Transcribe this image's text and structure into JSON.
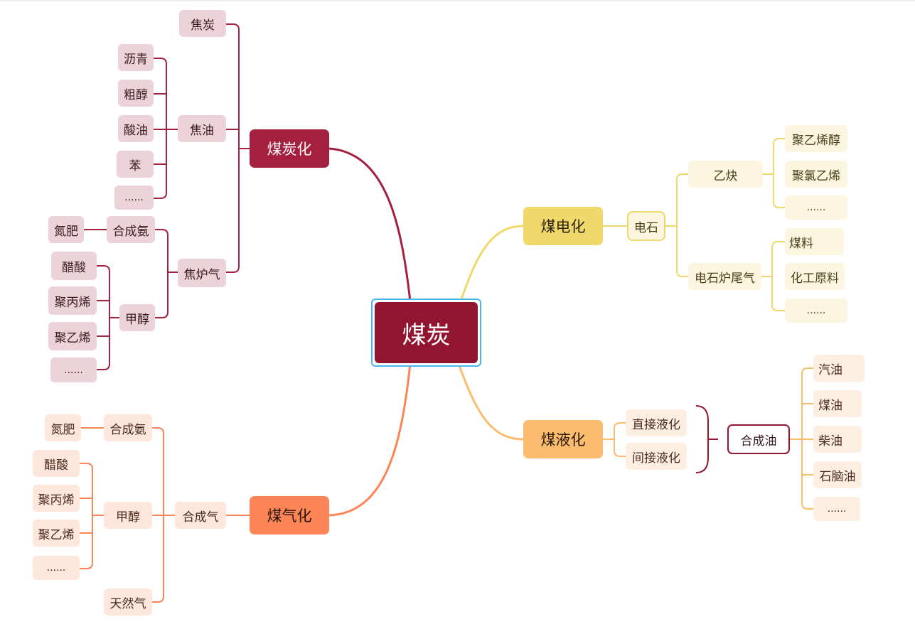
{
  "root": "煤炭",
  "branches": {
    "carbonization": {
      "label": "煤炭化",
      "coke": "焦炭",
      "tar": {
        "label": "焦油",
        "items": [
          "沥青",
          "粗醇",
          "酸油",
          "苯",
          "......"
        ]
      },
      "oven_gas": {
        "label": "焦炉气",
        "ammonia": {
          "label": "合成氨",
          "items": [
            "氮肥"
          ]
        },
        "methanol": {
          "label": "甲醇",
          "items": [
            "醋酸",
            "聚丙烯",
            "聚乙烯",
            "......"
          ]
        }
      }
    },
    "electrification": {
      "label": "煤电化",
      "carbide": "电石",
      "acetylene": {
        "label": "乙炔",
        "items": [
          "聚乙烯醇",
          "聚氯乙烯",
          "......"
        ]
      },
      "tail_gas": {
        "label": "电石炉尾气",
        "items": [
          "煤料",
          "化工原料",
          "......"
        ]
      }
    },
    "liquefaction": {
      "label": "煤液化",
      "methods": [
        "直接液化",
        "间接液化"
      ],
      "synthetic_oil": {
        "label": "合成油",
        "items": [
          "汽油",
          "煤油",
          "柴油",
          "石脑油",
          "......"
        ]
      }
    },
    "gasification": {
      "label": "煤气化",
      "syngas": {
        "label": "合成气",
        "ammonia": {
          "label": "合成氨",
          "items": [
            "氮肥"
          ]
        },
        "methanol": {
          "label": "甲醇",
          "items": [
            "醋酸",
            "聚丙烯",
            "聚乙烯",
            "......"
          ]
        },
        "natural_gas": "天然气"
      }
    }
  },
  "colors": {
    "root": "#921530",
    "root_selection": "#4ab4f0",
    "carbonization": "#a5203f",
    "electrification": "#f0d86a",
    "liquefaction": "#fcbc70",
    "gasification": "#fc8558"
  }
}
